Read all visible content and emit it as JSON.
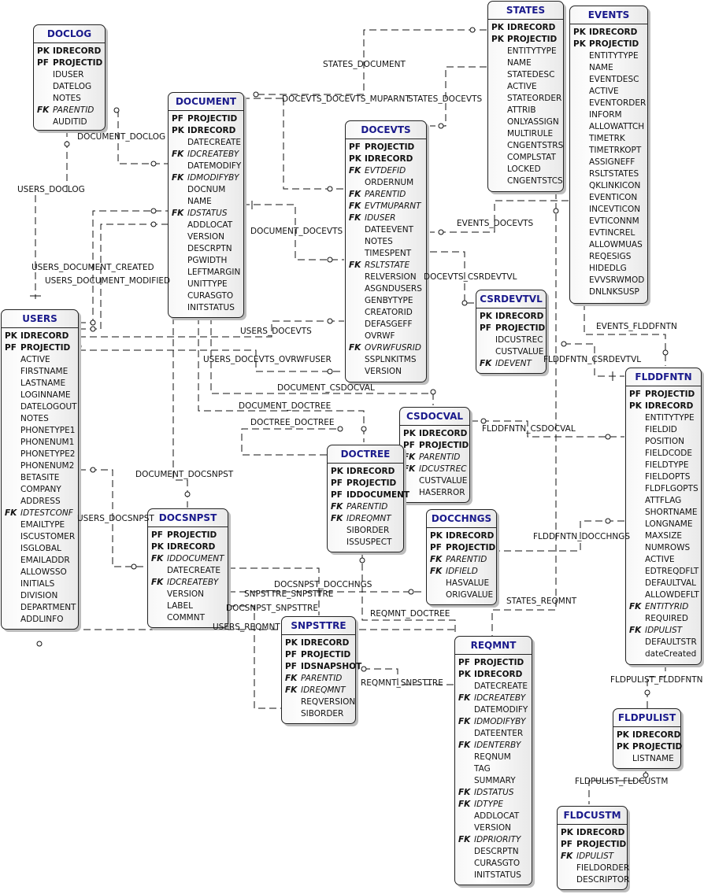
{
  "entities": {
    "doclog": {
      "name": "DOCLOG",
      "rows": [
        [
          "PK",
          "IDRECORD"
        ],
        [
          "PF",
          "PROJECTID"
        ],
        [
          "",
          "IDUSER"
        ],
        [
          "",
          "DATELOG"
        ],
        [
          "",
          "NOTES"
        ],
        [
          "FK",
          "PARENTID"
        ],
        [
          "",
          "AUDITID"
        ]
      ]
    },
    "document": {
      "name": "DOCUMENT",
      "rows": [
        [
          "PF",
          "PROJECTID"
        ],
        [
          "PK",
          "IDRECORD"
        ],
        [
          "",
          "DATECREATE"
        ],
        [
          "FK",
          "IDCREATEBY"
        ],
        [
          "",
          "DATEMODIFY"
        ],
        [
          "FK",
          "IDMODIFYBY"
        ],
        [
          "",
          "DOCNUM"
        ],
        [
          "",
          "NAME"
        ],
        [
          "FK",
          "IDSTATUS"
        ],
        [
          "",
          "ADDLOCAT"
        ],
        [
          "",
          "VERSION"
        ],
        [
          "",
          "DESCRPTN"
        ],
        [
          "",
          "PGWIDTH"
        ],
        [
          "",
          "LEFTMARGIN"
        ],
        [
          "",
          "UNITTYPE"
        ],
        [
          "",
          "CURASGTO"
        ],
        [
          "",
          "INITSTATUS"
        ]
      ]
    },
    "states": {
      "name": "STATES",
      "rows": [
        [
          "PK",
          "IDRECORD"
        ],
        [
          "PK",
          "PROJECTID"
        ],
        [
          "",
          "ENTITYTYPE"
        ],
        [
          "",
          "NAME"
        ],
        [
          "",
          "STATEDESC"
        ],
        [
          "",
          "ACTIVE"
        ],
        [
          "",
          "STATEORDER"
        ],
        [
          "",
          "ATTRIB"
        ],
        [
          "",
          "ONLYASSIGN"
        ],
        [
          "",
          "MULTIRULE"
        ],
        [
          "",
          "CNGENTSTRS"
        ],
        [
          "",
          "COMPLSTAT"
        ],
        [
          "",
          "LOCKED"
        ],
        [
          "",
          "CNGENTSTCS"
        ]
      ]
    },
    "events": {
      "name": "EVENTS",
      "rows": [
        [
          "PK",
          "IDRECORD"
        ],
        [
          "PK",
          "PROJECTID"
        ],
        [
          "",
          "ENTITYTYPE"
        ],
        [
          "",
          "NAME"
        ],
        [
          "",
          "EVENTDESC"
        ],
        [
          "",
          "ACTIVE"
        ],
        [
          "",
          "EVENTORDER"
        ],
        [
          "",
          "INFORM"
        ],
        [
          "",
          "ALLOWATTCH"
        ],
        [
          "",
          "TIMETRK"
        ],
        [
          "",
          "TIMETRKOPT"
        ],
        [
          "",
          "ASSIGNEFF"
        ],
        [
          "",
          "RSLTSTATES"
        ],
        [
          "",
          "QKLINKICON"
        ],
        [
          "",
          "EVENTICON"
        ],
        [
          "",
          "INCEVTICON"
        ],
        [
          "",
          "EVTICONNM"
        ],
        [
          "",
          "EVTINCREL"
        ],
        [
          "",
          "ALLOWMUAS"
        ],
        [
          "",
          "REQESIGS"
        ],
        [
          "",
          "HIDEDLG"
        ],
        [
          "",
          "EVVSRWMOD"
        ],
        [
          "",
          "DNLNKSUSP"
        ]
      ]
    },
    "docevts": {
      "name": "DOCEVTS",
      "rows": [
        [
          "PF",
          "PROJECTID"
        ],
        [
          "PK",
          "IDRECORD"
        ],
        [
          "FK",
          "EVTDEFID"
        ],
        [
          "",
          "ORDERNUM"
        ],
        [
          "FK",
          "PARENTID"
        ],
        [
          "FK",
          "EVTMUPARNT"
        ],
        [
          "FK",
          "IDUSER"
        ],
        [
          "",
          "DATEEVENT"
        ],
        [
          "",
          "NOTES"
        ],
        [
          "",
          "TIMESPENT"
        ],
        [
          "FK",
          "RSLTSTATE"
        ],
        [
          "",
          "RELVERSION"
        ],
        [
          "",
          "ASGNDUSERS"
        ],
        [
          "",
          "GENBYTYPE"
        ],
        [
          "",
          "CREATORID"
        ],
        [
          "",
          "DEFASGEFF"
        ],
        [
          "",
          "OVRWF"
        ],
        [
          "FK",
          "OVRWFUSRID"
        ],
        [
          "",
          "SSPLNKITMS"
        ],
        [
          "",
          "VERSION"
        ]
      ]
    },
    "csrdevtvl": {
      "name": "CSRDEVTVL",
      "rows": [
        [
          "PK",
          "IDRECORD"
        ],
        [
          "PF",
          "PROJECTID"
        ],
        [
          "",
          "IDCUSTREC"
        ],
        [
          "",
          "CUSTVALUE"
        ],
        [
          "FK",
          "IDEVENT"
        ]
      ]
    },
    "users": {
      "name": "USERS",
      "rows": [
        [
          "PK",
          "IDRECORD"
        ],
        [
          "PF",
          "PROJECTID"
        ],
        [
          "",
          "ACTIVE"
        ],
        [
          "",
          "FIRSTNAME"
        ],
        [
          "",
          "LASTNAME"
        ],
        [
          "",
          "LOGINNAME"
        ],
        [
          "",
          "DATELOGOUT"
        ],
        [
          "",
          "NOTES"
        ],
        [
          "",
          "PHONETYPE1"
        ],
        [
          "",
          "PHONENUM1"
        ],
        [
          "",
          "PHONETYPE2"
        ],
        [
          "",
          "PHONENUM2"
        ],
        [
          "",
          "BETASITE"
        ],
        [
          "",
          "COMPANY"
        ],
        [
          "",
          "ADDRESS"
        ],
        [
          "FK",
          "IDTESTCONF"
        ],
        [
          "",
          "EMAILTYPE"
        ],
        [
          "",
          "ISCUSTOMER"
        ],
        [
          "",
          "ISGLOBAL"
        ],
        [
          "",
          "EMAILADDR"
        ],
        [
          "",
          "ALLOWSSO"
        ],
        [
          "",
          "INITIALS"
        ],
        [
          "",
          "DIVISION"
        ],
        [
          "",
          "DEPARTMENT"
        ],
        [
          "",
          "ADDLINFO"
        ]
      ]
    },
    "csdocval": {
      "name": "CSDOCVAL",
      "rows": [
        [
          "PK",
          "IDRECORD"
        ],
        [
          "PF",
          "PROJECTID"
        ],
        [
          "FK",
          "PARENTID"
        ],
        [
          "FK",
          "IDCUSTREC"
        ],
        [
          "",
          "CUSTVALUE"
        ],
        [
          "",
          "HASERROR"
        ]
      ]
    },
    "doctree": {
      "name": "DOCTREE",
      "rows": [
        [
          "PK",
          "IDRECORD"
        ],
        [
          "PF",
          "PROJECTID"
        ],
        [
          "PF",
          "IDDOCUMENT"
        ],
        [
          "FK",
          "PARENTID"
        ],
        [
          "FK",
          "IDREQMNT"
        ],
        [
          "",
          "SIBORDER"
        ],
        [
          "",
          "ISSUSPECT"
        ]
      ]
    },
    "flddfntn": {
      "name": "FLDDFNTN",
      "rows": [
        [
          "PF",
          "PROJECTID"
        ],
        [
          "PK",
          "IDRECORD"
        ],
        [
          "",
          "ENTITYTYPE"
        ],
        [
          "",
          "FIELDID"
        ],
        [
          "",
          "POSITION"
        ],
        [
          "",
          "FIELDCODE"
        ],
        [
          "",
          "FIELDTYPE"
        ],
        [
          "",
          "FIELDOPTS"
        ],
        [
          "",
          "FLDFLGOPTS"
        ],
        [
          "",
          "ATTFLAG"
        ],
        [
          "",
          "SHORTNAME"
        ],
        [
          "",
          "LONGNAME"
        ],
        [
          "",
          "MAXSIZE"
        ],
        [
          "",
          "NUMROWS"
        ],
        [
          "",
          "ACTIVE"
        ],
        [
          "",
          "EDTREQDFLT"
        ],
        [
          "",
          "DEFAULTVAL"
        ],
        [
          "",
          "ALLOWDEFLT"
        ],
        [
          "FK",
          "ENTITYRID"
        ],
        [
          "",
          "REQUIRED"
        ],
        [
          "FK",
          "IDPULIST"
        ],
        [
          "",
          "DEFAULTSTR"
        ],
        [
          "",
          "dateCreated"
        ]
      ]
    },
    "docsnpst": {
      "name": "DOCSNPST",
      "rows": [
        [
          "PF",
          "PROJECTID"
        ],
        [
          "PK",
          "IDRECORD"
        ],
        [
          "FK",
          "IDDOCUMENT"
        ],
        [
          "",
          "DATECREATE"
        ],
        [
          "FK",
          "IDCREATEBY"
        ],
        [
          "",
          "VERSION"
        ],
        [
          "",
          "LABEL"
        ],
        [
          "",
          "COMMNT"
        ]
      ]
    },
    "docchngs": {
      "name": "DOCCHNGS",
      "rows": [
        [
          "PK",
          "IDRECORD"
        ],
        [
          "PF",
          "PROJECTID"
        ],
        [
          "FK",
          "PARENTID"
        ],
        [
          "FK",
          "IDFIELD"
        ],
        [
          "",
          "HASVALUE"
        ],
        [
          "",
          "ORIGVALUE"
        ]
      ]
    },
    "snpsttre": {
      "name": "SNPSTTRE",
      "rows": [
        [
          "PK",
          "IDRECORD"
        ],
        [
          "PF",
          "PROJECTID"
        ],
        [
          "PF",
          "IDSNAPSHOT"
        ],
        [
          "FK",
          "PARENTID"
        ],
        [
          "FK",
          "IDREQMNT"
        ],
        [
          "",
          "REQVERSION"
        ],
        [
          "",
          "SIBORDER"
        ]
      ]
    },
    "reqmnt": {
      "name": "REQMNT",
      "rows": [
        [
          "PF",
          "PROJECTID"
        ],
        [
          "PK",
          "IDRECORD"
        ],
        [
          "",
          "DATECREATE"
        ],
        [
          "FK",
          "IDCREATEBY"
        ],
        [
          "",
          "DATEMODIFY"
        ],
        [
          "FK",
          "IDMODIFYBY"
        ],
        [
          "",
          "DATEENTER"
        ],
        [
          "FK",
          "IDENTERBY"
        ],
        [
          "",
          "REQNUM"
        ],
        [
          "",
          "TAG"
        ],
        [
          "",
          "SUMMARY"
        ],
        [
          "FK",
          "IDSTATUS"
        ],
        [
          "FK",
          "IDTYPE"
        ],
        [
          "",
          "ADDLOCAT"
        ],
        [
          "",
          "VERSION"
        ],
        [
          "FK",
          "IDPRIORITY"
        ],
        [
          "",
          "DESCRPTN"
        ],
        [
          "",
          "CURASGTO"
        ],
        [
          "",
          "INITSTATUS"
        ]
      ]
    },
    "fldpulist": {
      "name": "FLDPULIST",
      "rows": [
        [
          "PK",
          "IDRECORD"
        ],
        [
          "PK",
          "PROJECTID"
        ],
        [
          "",
          "LISTNAME"
        ]
      ]
    },
    "fldcustm": {
      "name": "FLDCUSTM",
      "rows": [
        [
          "PK",
          "IDRECORD"
        ],
        [
          "PF",
          "PROJECTID"
        ],
        [
          "FK",
          "IDPULIST"
        ],
        [
          "",
          "FIELDORDER"
        ],
        [
          "",
          "DESCRIPTOR"
        ]
      ]
    }
  },
  "relationships": {
    "states_document": "STATES_DOCUMENT",
    "docevts_docevts_muparnt": "DOCEVTS_DOCEVTS_MUPARNT",
    "states_docevts": "STATES_DOCEVTS",
    "document_doclog": "DOCUMENT_DOCLOG",
    "users_doclog": "USERS_DOCLOG",
    "document_docevts": "DOCUMENT_DOCEVTS",
    "events_docevts": "EVENTS_DOCEVTS",
    "docevts_csrdevtvl": "DOCEVTS_CSRDEVTVL",
    "users_document_created": "USERS_DOCUMENT_CREATED",
    "users_document_modified": "USERS_DOCUMENT_MODIFIED",
    "users_docevts": "USERS_DOCEVTS",
    "events_flddfntn": "EVENTS_FLDDFNTN",
    "users_docevts_ovrwfuser": "USERS_DOCEVTS_OVRWFUSER",
    "flddfntn_csrdevtvl": "FLDDFNTN_CSRDEVTVL",
    "document_csdocval": "DOCUMENT_CSDOCVAL",
    "document_doctree": "DOCUMENT_DOCTREE",
    "doctree_doctree": "DOCTREE_DOCTREE",
    "flddfntn_csdocval": "FLDDFNTN_CSDOCVAL",
    "document_docsnpst": "DOCUMENT_DOCSNPST",
    "users_docsnpst": "USERS_DOCSNPST",
    "flddfntn_docchngs": "FLDDFNTN_DOCCHNGS",
    "docsnpst_docchngs": "DOCSNPST_DOCCHNGS",
    "snpsttre_snpsttre": "SNPSTTRE_SNPSTTRE",
    "states_reqmnt": "STATES_REQMNT",
    "docsnpst_snpsttre": "DOCSNPST_SNPSTTRE",
    "reqmnt_doctree": "REQMNT_DOCTREE",
    "users_reqmnt": "USERS_REQMNT",
    "reqmnt_snpsttre": "REQMNT_SNPSTTRE",
    "fldpulist_flddfntn": "FLDPULIST_FLDDFNTN",
    "fldpulist_fldcustm": "FLDPULIST_FLDCUSTM"
  }
}
